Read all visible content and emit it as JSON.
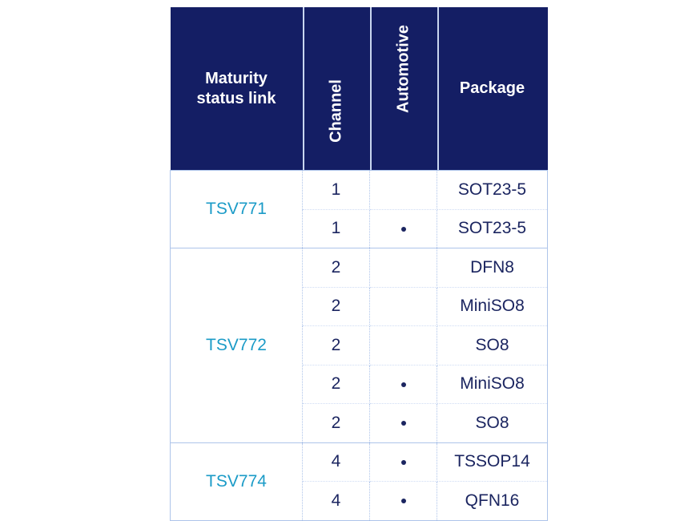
{
  "table": {
    "headers": {
      "maturity": "Maturity\nstatus link",
      "maturity_line1": "Maturity",
      "maturity_line2": "status link",
      "channel": "Channel",
      "automotive": "Automotive",
      "package": "Package"
    },
    "colors": {
      "header_background": "#141E64",
      "header_text": "#FFFFFF",
      "link_text": "#1B9BC7",
      "cell_text": "#1B2560",
      "border": "#AEC4EA",
      "inner_border": "#CFDCF4"
    },
    "groups": [
      {
        "link": "TSV771",
        "rows": [
          {
            "channel": "1",
            "automotive": false,
            "package": "SOT23-5"
          },
          {
            "channel": "1",
            "automotive": true,
            "package": "SOT23-5"
          }
        ]
      },
      {
        "link": "TSV772",
        "rows": [
          {
            "channel": "2",
            "automotive": false,
            "package": "DFN8"
          },
          {
            "channel": "2",
            "automotive": false,
            "package": "MiniSO8"
          },
          {
            "channel": "2",
            "automotive": false,
            "package": "SO8"
          },
          {
            "channel": "2",
            "automotive": true,
            "package": "MiniSO8"
          },
          {
            "channel": "2",
            "automotive": true,
            "package": "SO8"
          }
        ]
      },
      {
        "link": "TSV774",
        "rows": [
          {
            "channel": "4",
            "automotive": true,
            "package": "TSSOP14"
          },
          {
            "channel": "4",
            "automotive": true,
            "package": "QFN16"
          }
        ]
      }
    ]
  }
}
